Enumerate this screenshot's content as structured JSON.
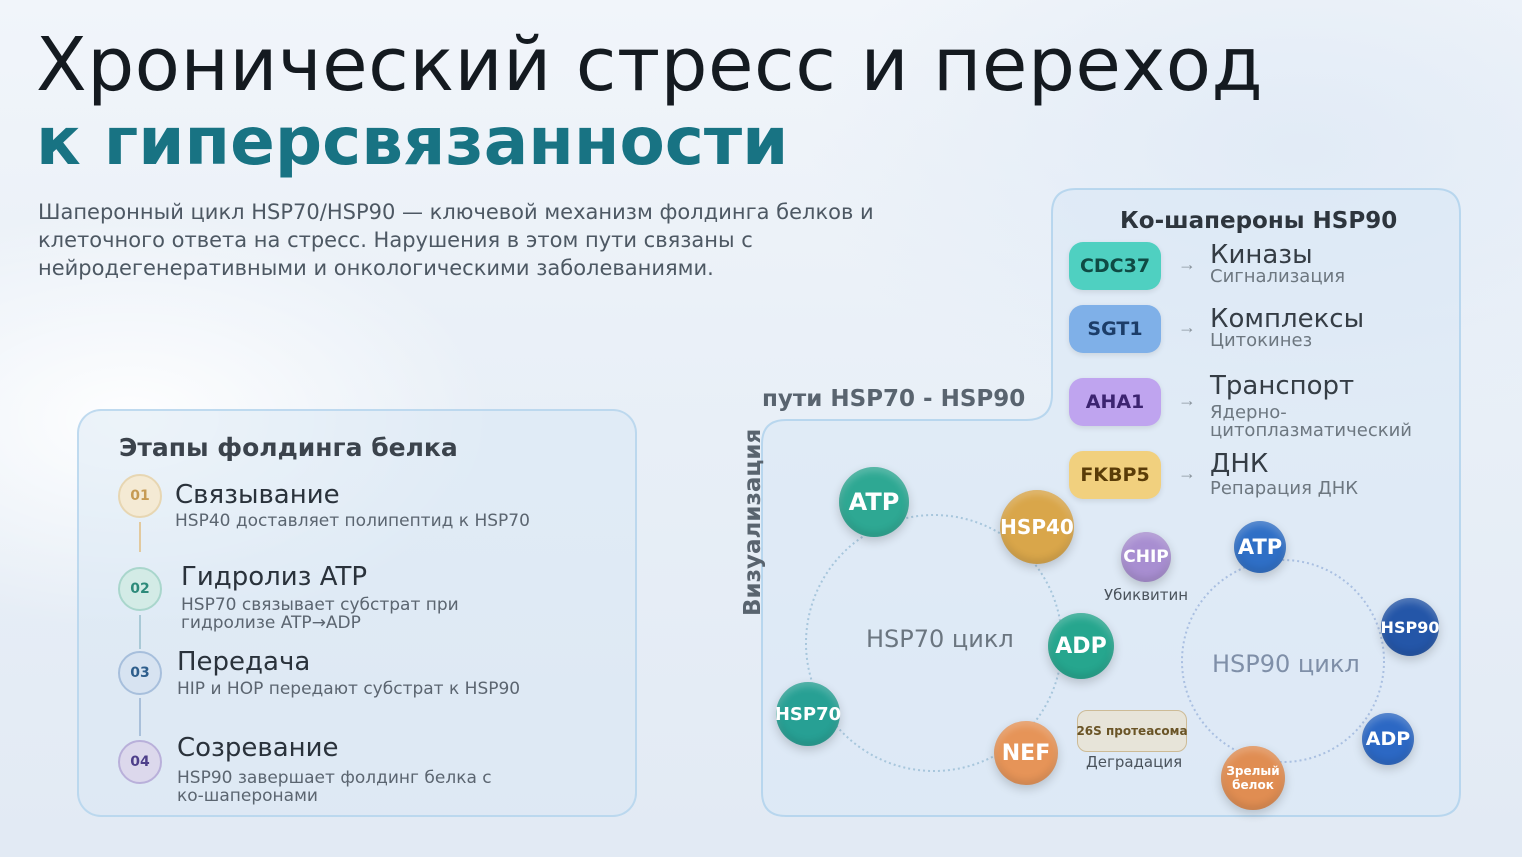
{
  "title": {
    "line1": "Хронический стресс и переход",
    "line2": "к гиперсвязанности"
  },
  "intro": {
    "lines": [
      "Шаперонный цикл HSP70/HSP90 — ключевой механизм фолдинга белков и",
      "клеточного ответа на стресс. Нарушения в этом пути связаны с",
      "нейродегенеративными и онкологическими заболеваниями."
    ]
  },
  "stages": {
    "heading": "Этапы фолдинга белка",
    "items": [
      {
        "num": "01",
        "title": "Связывание",
        "desc": [
          "HSP40 доставляет полипептид к HSP70"
        ],
        "color": "#c9a56a"
      },
      {
        "num": "02",
        "title": "Гидролиз ATP",
        "desc": [
          "HSP70 связывает субстрат при",
          "гидролизе ATP→ADP"
        ],
        "color": "#2d8a7a"
      },
      {
        "num": "03",
        "title": "Передача",
        "desc": [
          "HIP и HOP передают субстрат к HSP90"
        ],
        "color": "#2e5e8c"
      },
      {
        "num": "04",
        "title": "Созревание",
        "desc": [
          "HSP90 завершает фолдинг белка с",
          "ко-шаперонами"
        ],
        "color": "#4e3f8a"
      }
    ]
  },
  "cochaperones": {
    "heading": "Ко-шапероны HSP90",
    "arrow": "→",
    "items": [
      {
        "label": "CDC37",
        "target": "Киназы",
        "sub": [
          "Сигнализация"
        ],
        "bg": "#4fd0c1",
        "fg": "#0f4a44"
      },
      {
        "label": "SGT1",
        "target": "Комплексы",
        "sub": [
          "Цитокинез"
        ],
        "bg": "#7fb0e8",
        "fg": "#1c3d68"
      },
      {
        "label": "AHA1",
        "target": "Транспорт",
        "sub": [
          "Ядерно-",
          "цитоплазматический"
        ],
        "bg": "#bfa4ef",
        "fg": "#3c2470"
      },
      {
        "label": "FKBP5",
        "target": "ДНК",
        "sub": [
          "Репарация ДНК"
        ],
        "bg": "#f1d07e",
        "fg": "#5a3c08"
      }
    ]
  },
  "visualization": {
    "label_vertical": "Визуализация",
    "label_horizontal": "пути HSP70 - HSP90"
  },
  "hsp70_cycle": {
    "label": "HSP70 цикл",
    "nodes": {
      "atp": "ATP",
      "hsp40": "HSP40",
      "adp": "ADP",
      "hsp70": "HSP70",
      "nef": "NEF"
    }
  },
  "hsp90_cycle": {
    "label": "HSP90 цикл",
    "nodes": {
      "atp": "ATP",
      "hsp90": "HSP90",
      "adp": "ADP",
      "mature_line1": "Зрелый",
      "mature_line2": "белок"
    }
  },
  "chip": {
    "label": "CHIP",
    "caption": "Убиквитин"
  },
  "proteasome": {
    "label": "26S протеасома",
    "caption": "Деградация"
  }
}
